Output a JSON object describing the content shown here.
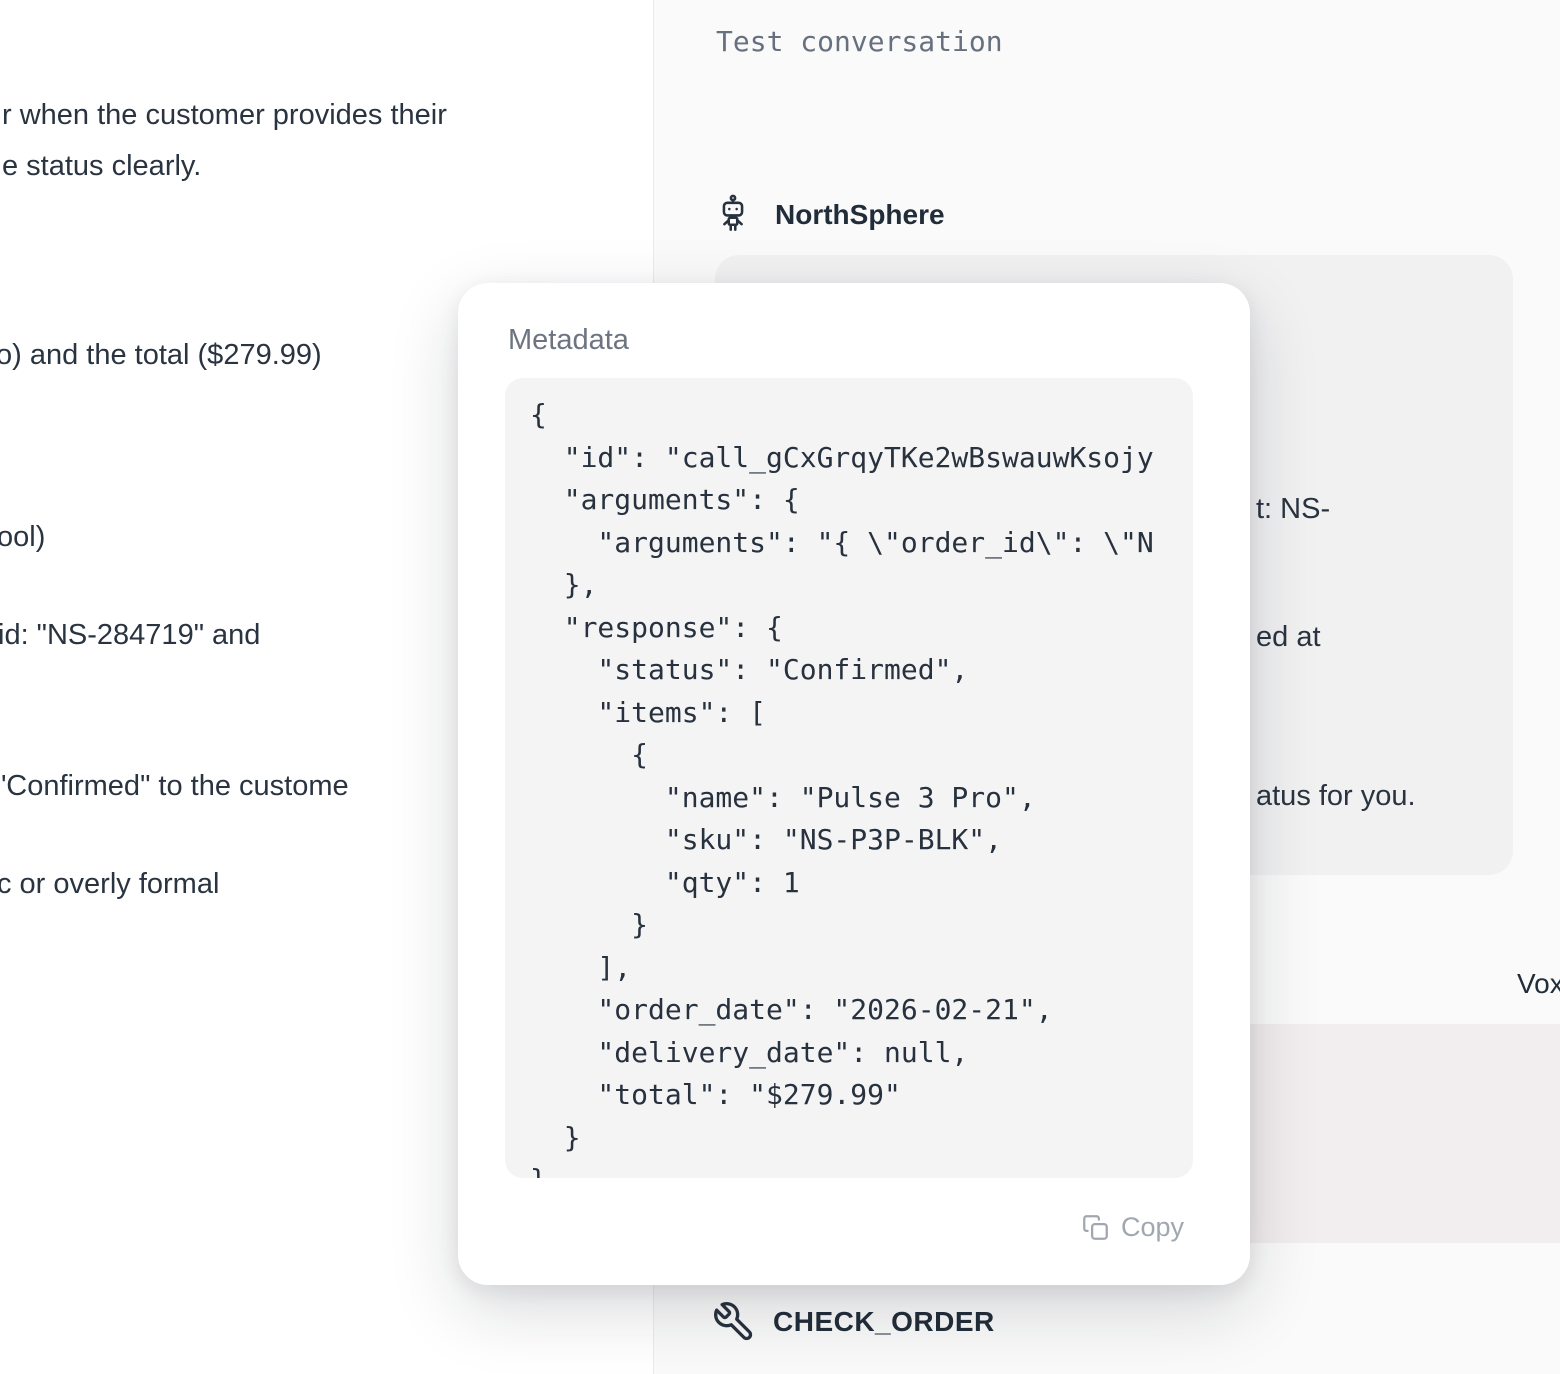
{
  "colors": {
    "text_dark": "#2A3441",
    "panel_bg": "#FAFAFA",
    "assistant_bubble": "#F1F1F2",
    "user_bubble": "#F2EDEE",
    "code_bg": "#F4F4F5",
    "muted_gray": "#6B7480",
    "copy_gray": "#A1A7B0"
  },
  "left_doc": {
    "fragments": [
      "r when the customer provides their",
      "e status clearly.",
      "o) and the total ($279.99)",
      "ool)",
      "id: \"NS-284719\" and",
      "\"Confirmed\" to the custome",
      "c or overly formal"
    ]
  },
  "conversation": {
    "title": "Test conversation",
    "assistant": {
      "name": "NorthSphere",
      "icon": "robot-icon"
    },
    "assistant_message_fragments": [
      "t: NS-",
      "ed at",
      "atus for you."
    ],
    "user_label_fragment": "Vox",
    "tool_call": {
      "name": "CHECK_ORDER",
      "icon": "wrench-icon"
    }
  },
  "metadata_modal": {
    "title": "Metadata",
    "code": "{\n  \"id\": \"call_gCxGrqyTKe2wBswauwKsojy\n  \"arguments\": {\n    \"arguments\": \"{ \\\"order_id\\\": \\\"N\n  },\n  \"response\": {\n    \"status\": \"Confirmed\",\n    \"items\": [\n      {\n        \"name\": \"Pulse 3 Pro\",\n        \"sku\": \"NS-P3P-BLK\",\n        \"qty\": 1\n      }\n    ],\n    \"order_date\": \"2026-02-21\",\n    \"delivery_date\": null,\n    \"total\": \"$279.99\"\n  }\n}",
    "copy_label": "Copy"
  }
}
